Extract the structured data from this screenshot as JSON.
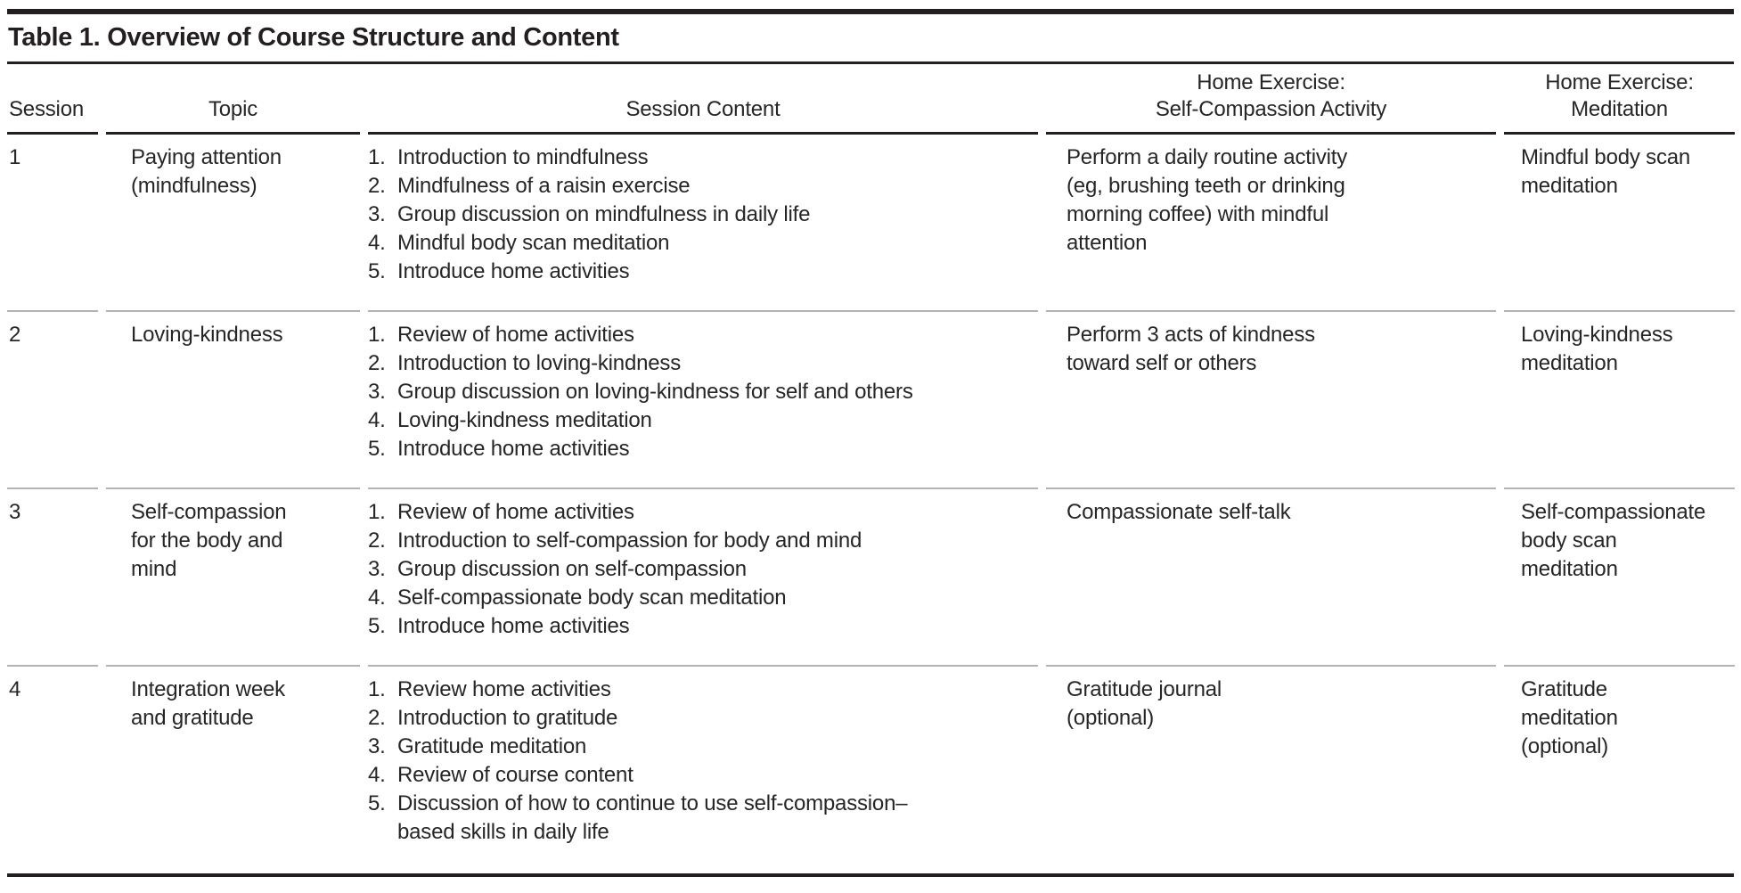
{
  "title": "Table 1. Overview of Course Structure and Content",
  "columns": {
    "session": "Session",
    "topic": "Topic",
    "content": "Session Content",
    "activity": [
      "Home Exercise:",
      "Self-Compassion Activity"
    ],
    "meditation": [
      "Home Exercise:",
      "Meditation"
    ]
  },
  "rows": [
    {
      "session": "1",
      "topic": [
        "Paying attention",
        "(mindfulness)"
      ],
      "content": [
        {
          "num": "1.",
          "text": "Introduction to mindfulness"
        },
        {
          "num": "2.",
          "text": "Mindfulness of a raisin exercise"
        },
        {
          "num": "3.",
          "text": "Group discussion on mindfulness in daily life"
        },
        {
          "num": "4.",
          "text": "Mindful body scan meditation"
        },
        {
          "num": "5.",
          "text": "Introduce home activities"
        }
      ],
      "activity": [
        "Perform a daily routine activity",
        "(eg, brushing teeth or drinking",
        "morning coffee) with mindful",
        "attention"
      ],
      "meditation": [
        "Mindful body scan",
        "meditation"
      ]
    },
    {
      "session": "2",
      "topic": [
        "Loving-kindness"
      ],
      "content": [
        {
          "num": "1.",
          "text": "Review of home activities"
        },
        {
          "num": "2.",
          "text": "Introduction to loving-kindness"
        },
        {
          "num": "3.",
          "text": "Group discussion on loving-kindness for self and others"
        },
        {
          "num": "4.",
          "text": "Loving-kindness meditation"
        },
        {
          "num": "5.",
          "text": "Introduce home activities"
        }
      ],
      "activity": [
        "Perform 3 acts of kindness",
        "toward self or others"
      ],
      "meditation": [
        "Loving-kindness",
        "meditation"
      ]
    },
    {
      "session": "3",
      "topic": [
        "Self-compassion",
        "for the body and",
        "mind"
      ],
      "content": [
        {
          "num": "1.",
          "text": "Review of home activities"
        },
        {
          "num": "2.",
          "text": "Introduction to self-compassion for body and mind"
        },
        {
          "num": "3.",
          "text": "Group discussion on self-compassion"
        },
        {
          "num": "4.",
          "text": "Self-compassionate body scan meditation"
        },
        {
          "num": "5.",
          "text": "Introduce home activities"
        }
      ],
      "activity": [
        "Compassionate self-talk"
      ],
      "meditation": [
        "Self-compassionate",
        "body scan",
        "meditation"
      ]
    },
    {
      "session": "4",
      "topic": [
        "Integration week",
        "and gratitude"
      ],
      "content": [
        {
          "num": "1.",
          "text": "Review home activities"
        },
        {
          "num": "2.",
          "text": "Introduction to gratitude"
        },
        {
          "num": "3.",
          "text": "Gratitude meditation"
        },
        {
          "num": "4.",
          "text": "Review of course content"
        },
        {
          "num": "5.",
          "text": [
            "Discussion of how to continue to use self-compassion–",
            "based skills in daily life"
          ]
        }
      ],
      "activity": [
        "Gratitude journal",
        "(optional)"
      ],
      "meditation": [
        "Gratitude",
        "meditation",
        "(optional)"
      ]
    }
  ],
  "colors": {
    "text": "#262626",
    "heavy_rule": "#231f20",
    "light_rule": "#b3b3b3"
  }
}
